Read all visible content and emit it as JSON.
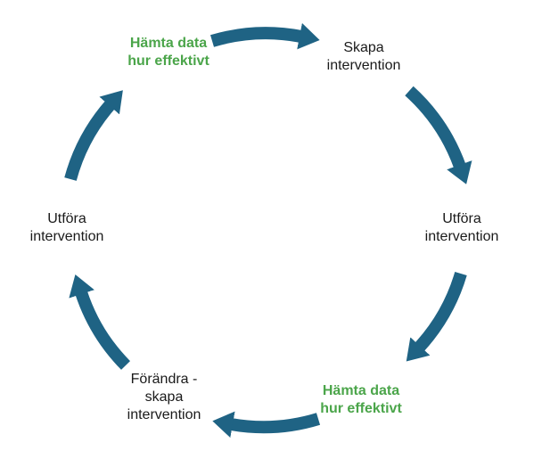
{
  "diagram": {
    "type": "cycle",
    "direction": "clockwise",
    "colors": {
      "arrow": "#1F6384",
      "green_label": "#4BA54A",
      "black_label": "#1A1A1A",
      "background": "#FFFFFF"
    },
    "nodes": [
      {
        "id": "hamta-data-hur-effektivt-top",
        "lines": [
          "Hämta data",
          "hur effektivt"
        ],
        "style": "green"
      },
      {
        "id": "skapa-intervention",
        "lines": [
          "Skapa",
          "intervention"
        ],
        "style": "black"
      },
      {
        "id": "utfora-intervention-right",
        "lines": [
          "Utföra",
          "intervention"
        ],
        "style": "black"
      },
      {
        "id": "hamta-data-hur-effektivt-bottom",
        "lines": [
          "Hämta data",
          "hur effektivt"
        ],
        "style": "green"
      },
      {
        "id": "forandra-skapa-intervention",
        "lines": [
          "Förändra -",
          "skapa",
          "intervention"
        ],
        "style": "black"
      },
      {
        "id": "utfora-intervention-left",
        "lines": [
          "Utföra",
          "intervention"
        ],
        "style": "black"
      }
    ],
    "arrows": [
      {
        "from": "hamta-data-hur-effektivt-top",
        "to": "skapa-intervention"
      },
      {
        "from": "skapa-intervention",
        "to": "utfora-intervention-right"
      },
      {
        "from": "utfora-intervention-right",
        "to": "hamta-data-hur-effektivt-bottom"
      },
      {
        "from": "hamta-data-hur-effektivt-bottom",
        "to": "forandra-skapa-intervention"
      },
      {
        "from": "forandra-skapa-intervention",
        "to": "utfora-intervention-left"
      },
      {
        "from": "utfora-intervention-left",
        "to": "hamta-data-hur-effektivt-top"
      }
    ]
  }
}
